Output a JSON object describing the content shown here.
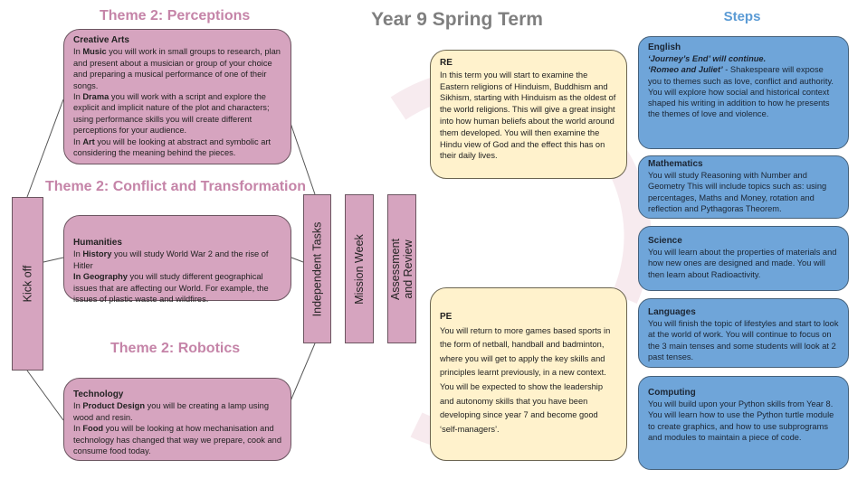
{
  "title": "Year 9 Spring Term",
  "steps_label": "Steps",
  "themes": {
    "perceptions": "Theme 2: Perceptions",
    "conflict": "Theme 2: Conflict and Transformation",
    "robotics": "Theme 2: Robotics"
  },
  "kickoff": "Kick off",
  "stages": [
    "Independent Tasks",
    "Mission Week",
    "Assessment and Review"
  ],
  "creative_arts": {
    "heading": "Creative Arts",
    "p1_pre": "In ",
    "p1_b": "Music",
    "p1": " you will work in small groups to research, plan and present about a musician or group of your choice and preparing a musical performance of one of their songs.",
    "p2_pre": "In ",
    "p2_b": "Drama",
    "p2": " you will work with a script and explore the explicit and implicit nature of the plot and characters; using performance skills you will create different perceptions for your audience.",
    "p3_pre": "In ",
    "p3_b": "Art",
    "p3": " you will be looking at abstract and symbolic art considering  the meaning behind the pieces."
  },
  "humanities": {
    "heading": "Humanities",
    "p1_pre": "In ",
    "p1_b": "History",
    "p1": " you will study World War 2 and the rise of Hitler",
    "p2_b": "In Geography",
    "p2": " you will study different geographical issues that are affecting our World. For example, the issues of plastic waste and wildfires."
  },
  "technology": {
    "heading": "Technology",
    "p1_pre": "In ",
    "p1_b": "Product Design",
    "p1": " you will be creating a lamp using wood and resin.",
    "p2_pre": "In ",
    "p2_b": "Food",
    "p2": " you will be looking at how mechanisation and technology has changed that way we prepare, cook and consume food today."
  },
  "re": {
    "heading": "RE",
    "text": "In this term you will start to examine the Eastern religions of Hinduism, Buddhism and Sikhism, starting with Hinduism as the oldest of the world religions. This will give a great insight into how human beliefs about the world around them developed. You will then examine the Hindu view of God and the effect this has on their daily lives."
  },
  "pe": {
    "heading": "PE",
    "text": "You will return to more games based sports in the form of netball, handball and badminton, where you will get to apply the key skills and principles learnt previously, in a new context. You will be expected to show the leadership and autonomy skills that you have been developing since year 7 and become good ‘self-managers’."
  },
  "english": {
    "heading": "English",
    "l1": "‘Journey’s End’ will continue.",
    "l2_b": "‘Romeo and Juliet’",
    "l2": " - Shakespeare will expose you to themes such as love, conflict and authority. You will explore how social and historical context shaped his writing in addition to how he presents the themes of love and violence."
  },
  "maths": {
    "heading": "Mathematics",
    "text": "You will study Reasoning with Number and Geometry This will include topics such as: using percentages, Maths and Money, rotation and reflection and Pythagoras Theorem."
  },
  "science": {
    "heading": "Science",
    "text": "You will learn about the properties of materials and how new ones are designed and made. You will then learn about Radioactivity."
  },
  "languages": {
    "heading": "Languages",
    "text": "You will finish the topic of lifestyles and start to look at the world of work. You will continue to focus on the 3 main tenses and some students will look at 2 past tenses."
  },
  "computing": {
    "heading": "Computing",
    "text": "You will build upon your Python skills from Year 8. You will learn how to use the Python turtle module to create graphics, and how to use subprograms and modules to maintain a piece of code."
  },
  "colors": {
    "pink": "#d6a4bf",
    "yellow": "#fff2cc",
    "blue": "#6fa5d9",
    "theme_text": "#c584a8",
    "steps_text": "#5b9bd5"
  }
}
